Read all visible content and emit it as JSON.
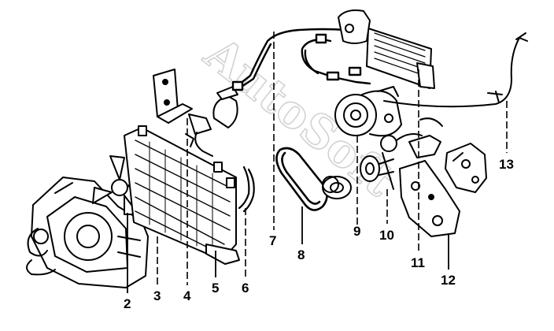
{
  "watermark": "AutoSoft",
  "callouts": [
    {
      "id": "2",
      "label": "2"
    },
    {
      "id": "3",
      "label": "3"
    },
    {
      "id": "4",
      "label": "4"
    },
    {
      "id": "5",
      "label": "5"
    },
    {
      "id": "6",
      "label": "6"
    },
    {
      "id": "7",
      "label": "7"
    },
    {
      "id": "8",
      "label": "8"
    },
    {
      "id": "9",
      "label": "9"
    },
    {
      "id": "10",
      "label": "10"
    },
    {
      "id": "11",
      "label": "11"
    },
    {
      "id": "12",
      "label": "12"
    },
    {
      "id": "13",
      "label": "13"
    }
  ]
}
